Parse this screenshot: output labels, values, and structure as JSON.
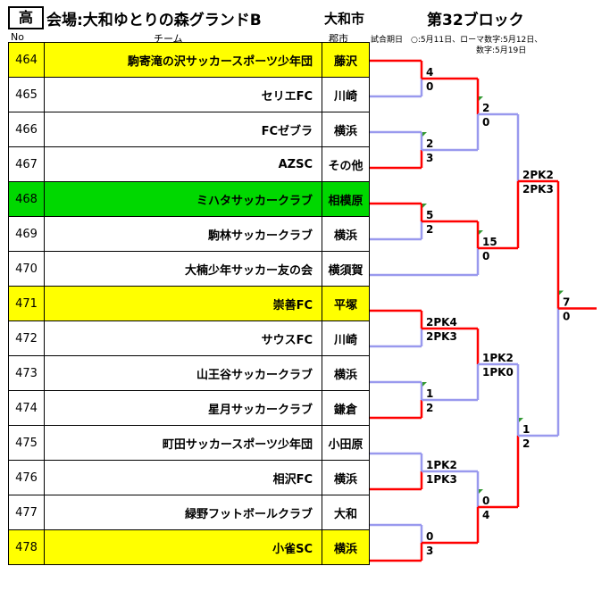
{
  "header": {
    "grade": "高",
    "venue": "会場:大和ゆとりの森グランドB",
    "city": "大和市",
    "block": "第32ブロック"
  },
  "columns": {
    "no": "No",
    "team": "チーム",
    "city": "郡市"
  },
  "notes": {
    "line1": "試合期日　○:5月11日、ローマ数字:5月12日、",
    "line2": "数字:5月19日"
  },
  "colors": {
    "winner_line": "#ff0000",
    "loser_line": "#9999ee",
    "highlight_yellow": "#ffff00",
    "highlight_green": "#00d800"
  },
  "teams": [
    {
      "no": "464",
      "name": "駒寄滝の沢サッカースポーツ少年団",
      "city": "藤沢",
      "hl": "yellow"
    },
    {
      "no": "465",
      "name": "セリエFC",
      "city": "川崎",
      "hl": ""
    },
    {
      "no": "466",
      "name": "FCゼブラ",
      "city": "横浜",
      "hl": ""
    },
    {
      "no": "467",
      "name": "AZSC",
      "city": "その他",
      "hl": ""
    },
    {
      "no": "468",
      "name": "ミハタサッカークラブ",
      "city": "相模原",
      "hl": "green"
    },
    {
      "no": "469",
      "name": "駒林サッカークラブ",
      "city": "横浜",
      "hl": ""
    },
    {
      "no": "470",
      "name": "大楠少年サッカー友の会",
      "city": "横須賀",
      "hl": ""
    },
    {
      "no": "471",
      "name": "崇善FC",
      "city": "平塚",
      "hl": "yellow"
    },
    {
      "no": "472",
      "name": "サウスFC",
      "city": "川崎",
      "hl": ""
    },
    {
      "no": "473",
      "name": "山王谷サッカークラブ",
      "city": "横浜",
      "hl": ""
    },
    {
      "no": "474",
      "name": "星月サッカークラブ",
      "city": "鎌倉",
      "hl": ""
    },
    {
      "no": "475",
      "name": "町田サッカースポーツ少年団",
      "city": "小田原",
      "hl": ""
    },
    {
      "no": "476",
      "name": "相沢FC",
      "city": "横浜",
      "hl": ""
    },
    {
      "no": "477",
      "name": "緑野フットボールクラブ",
      "city": "大和",
      "hl": ""
    },
    {
      "no": "478",
      "name": "小雀SC",
      "city": "横浜",
      "hl": "yellow"
    }
  ],
  "scores": {
    "r1": [
      {
        "top": "4",
        "bottom": "0"
      },
      {
        "top": "2",
        "bottom": "3"
      },
      {
        "top": "5",
        "bottom": "2"
      },
      {
        "top": "2PK4",
        "bottom": "2PK3"
      },
      {
        "top": "1",
        "bottom": "2"
      },
      {
        "top": "1PK2",
        "bottom": "1PK3"
      },
      {
        "top": "0",
        "bottom": "3"
      }
    ],
    "r2": [
      {
        "top": "2",
        "bottom": "0"
      },
      {
        "top": "15",
        "bottom": "0"
      },
      {
        "top": "1PK2",
        "bottom": "1PK0"
      },
      {
        "top": "0",
        "bottom": "4"
      }
    ],
    "r3": [
      {
        "top": "2PK2",
        "bottom": "2PK3"
      },
      {
        "top": "1",
        "bottom": "2"
      }
    ],
    "r4": [
      {
        "top": "7",
        "bottom": "0"
      }
    ]
  }
}
